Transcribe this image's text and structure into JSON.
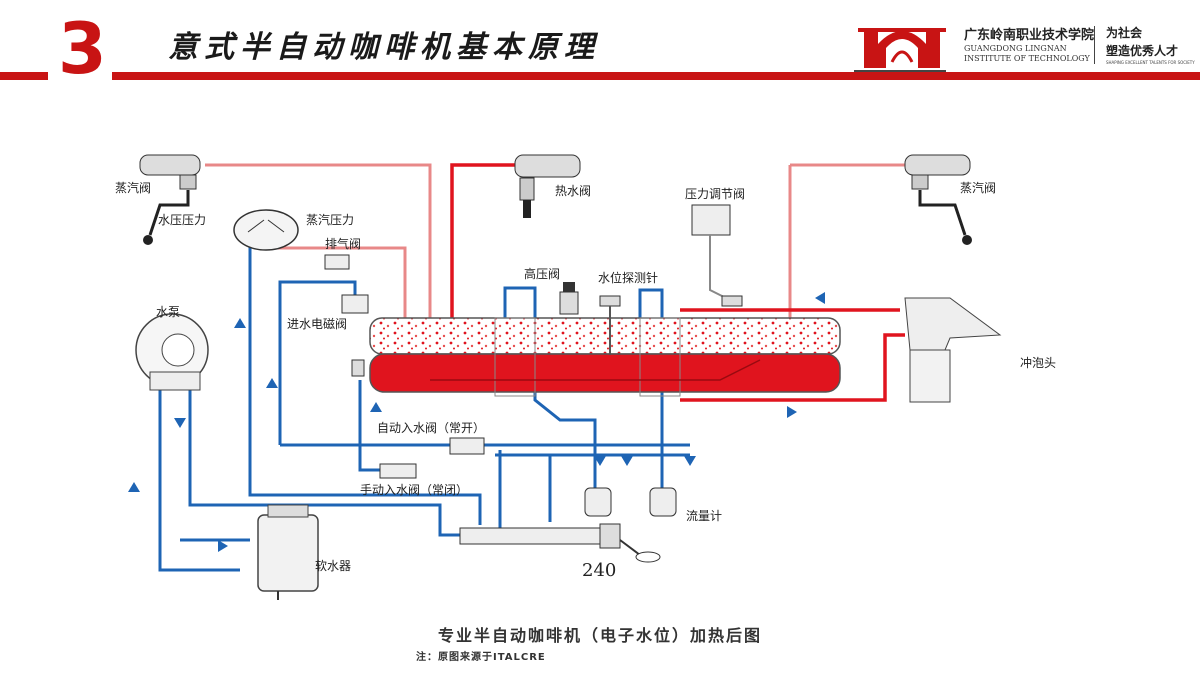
{
  "header": {
    "section_number": "3",
    "title": "意式半自动咖啡机基本原理",
    "accent_color": "#c81414"
  },
  "logo": {
    "name_cn": "广东岭南职业技术学院",
    "name_en_line1": "GUANGDONG LINGNAN",
    "name_en_line2": "INSTITUTE OF TECHNOLOGY",
    "motto_line1": "为社会",
    "motto_line2": "塑造优秀人才",
    "motto_en": "SHAPING EXCELLENT TALENTS FOR SOCIETY"
  },
  "diagram": {
    "labels": {
      "steam_valve_left": "蒸汽阀",
      "hot_water_valve": "热水阀",
      "pressure_regulator": "压力调节阀",
      "steam_valve_right": "蒸汽阀",
      "water_pressure": "水压压力",
      "steam_pressure": "蒸汽压力",
      "exhaust_valve": "排气阀",
      "high_pressure_valve": "高压阀",
      "water_level_probe": "水位探测针",
      "pump": "水泵",
      "inlet_solenoid": "进水电磁阀",
      "brew_head": "冲泡头",
      "auto_inlet_valve": "自动入水阀（常开）",
      "manual_inlet_valve": "手动入水阀（常闭）",
      "flow_meter": "流量计",
      "softener": "软水器"
    },
    "colors": {
      "hot_line": "#e0141e",
      "steam_line": "#e88888",
      "cold_line": "#1e64b4",
      "boiler": "#e0141e"
    }
  },
  "page_number": "240",
  "caption": "专业半自动咖啡机（电子水位）加热后图",
  "note": "注：原图来源于ITALCRE"
}
